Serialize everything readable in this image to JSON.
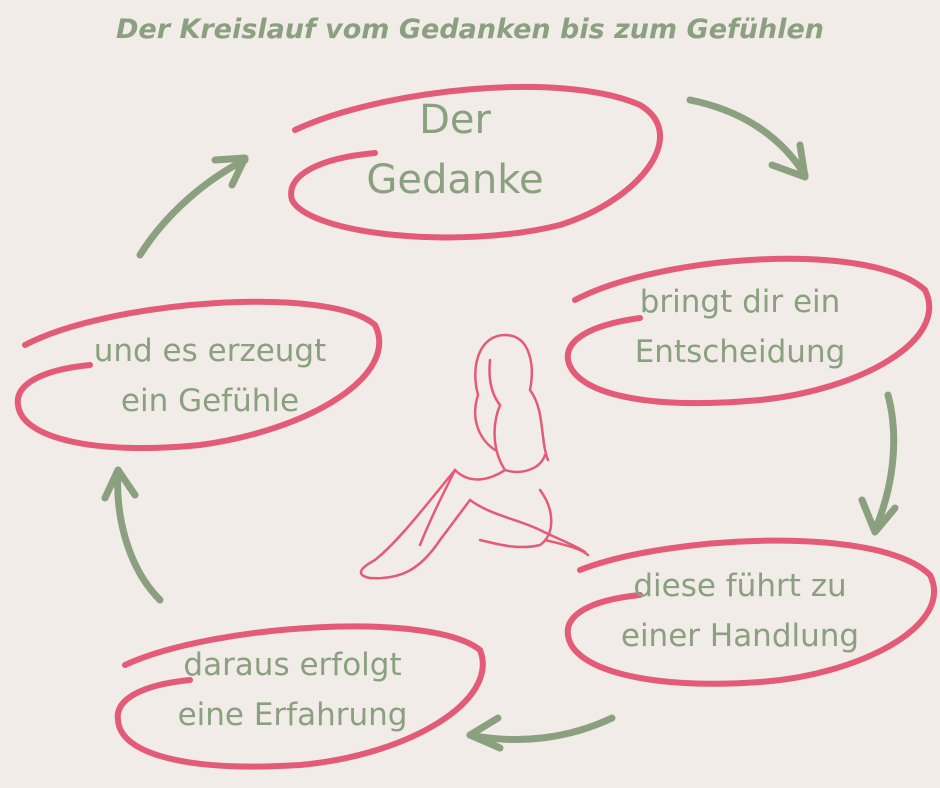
{
  "title": "Der Kreislauf vom Gedanken bis zum Gefühlen",
  "colors": {
    "background": "#f1ece8",
    "accent_pink": "#e35b77",
    "text_green": "#8aa07f"
  },
  "nodes": [
    {
      "line1": "Der",
      "line2": "Gedanke"
    },
    {
      "line1": "bringt dir ein",
      "line2": "Entscheidung"
    },
    {
      "line1": "diese führt zu",
      "line2": "einer Handlung"
    },
    {
      "line1": "daraus erfolgt",
      "line2": "eine Erfahrung"
    },
    {
      "line1": "und es erzeugt",
      "line2": "ein Gefühle"
    }
  ]
}
